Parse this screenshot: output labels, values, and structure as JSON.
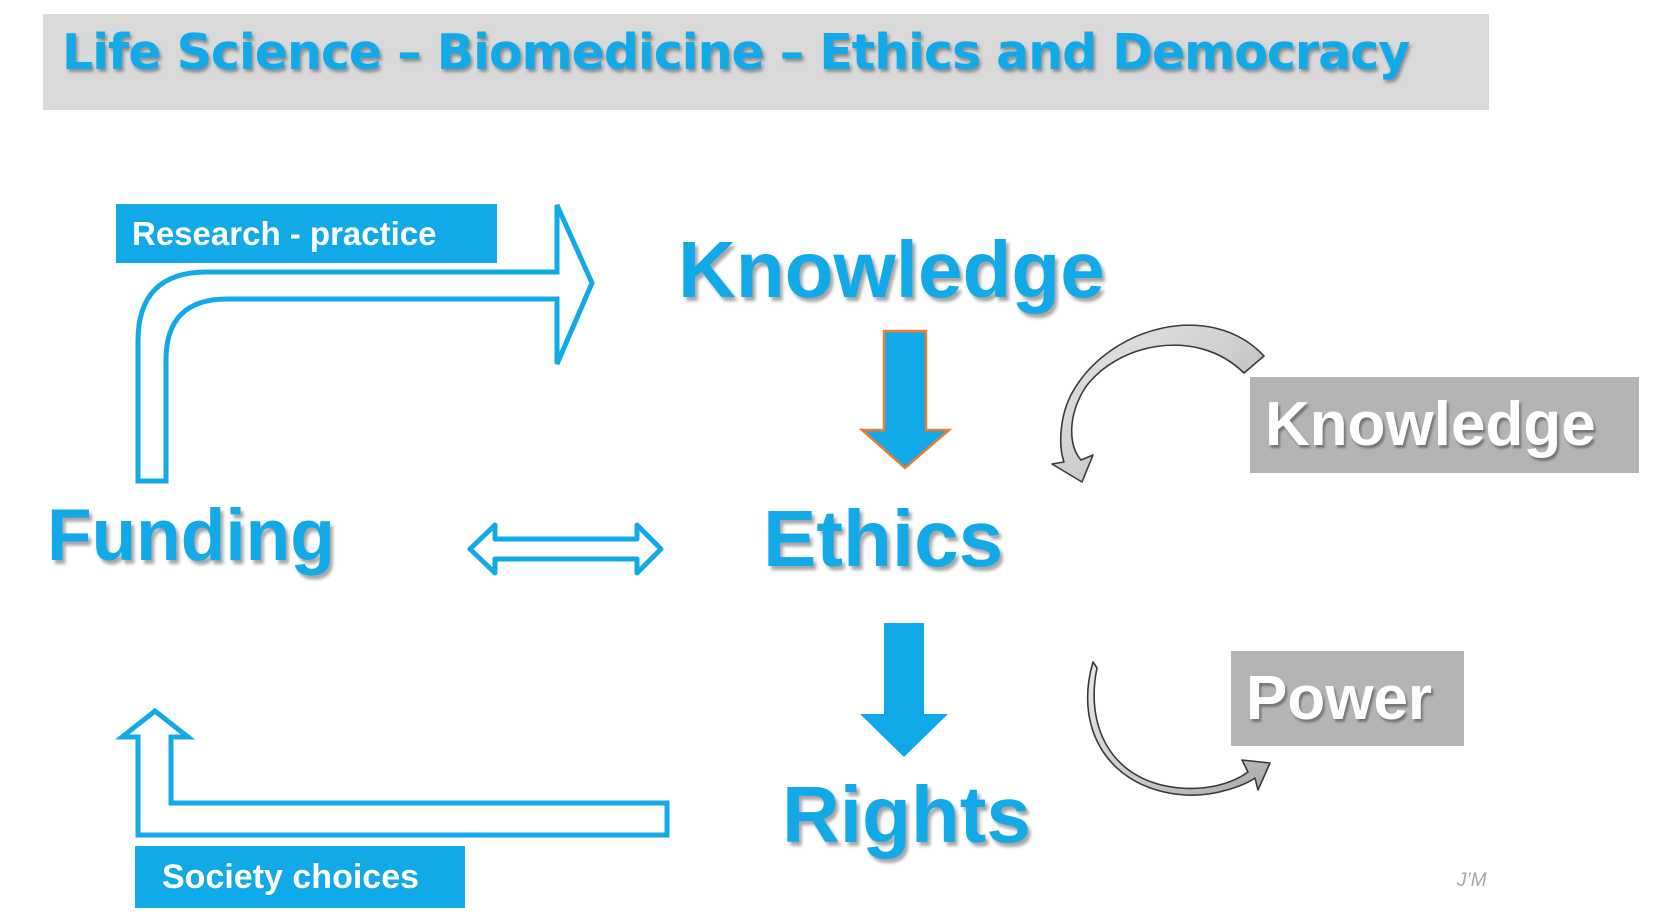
{
  "title": "Life Science – Biomedicine – Ethics and Democracy",
  "nodes": {
    "knowledge": "Knowledge",
    "ethics": "Ethics",
    "rights": "Rights",
    "funding": "Funding"
  },
  "labels": {
    "research_practice": "Research - practice",
    "society_choices": "Society choices"
  },
  "side_boxes": {
    "knowledge": "Knowledge",
    "power": "Power"
  },
  "signature": "J’M",
  "colors": {
    "accent": "#12a9e9",
    "arrow_outline_orange": "#ed7d31",
    "title_background": "#d9d9d9",
    "side_box_grey": "#b4b4b4"
  }
}
